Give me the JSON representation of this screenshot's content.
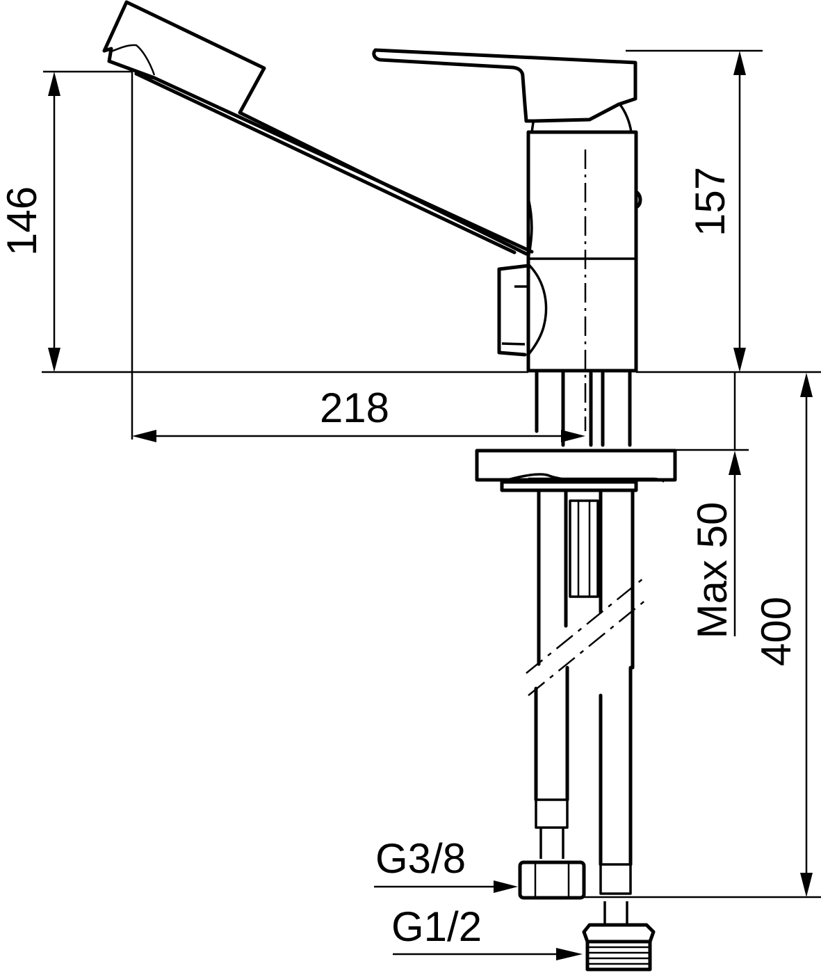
{
  "drawing": {
    "subject": "single-lever kitchen faucet with swivel spout",
    "line_color": "#000000",
    "background": "#ffffff"
  },
  "dimensions": {
    "spout_height": "146",
    "total_height": "157",
    "spout_reach": "218",
    "max_deck_thickness": "Max 50",
    "hose_length": "400"
  },
  "connections": {
    "hose_connector": "G3/8",
    "supply_thread": "G1/2"
  }
}
